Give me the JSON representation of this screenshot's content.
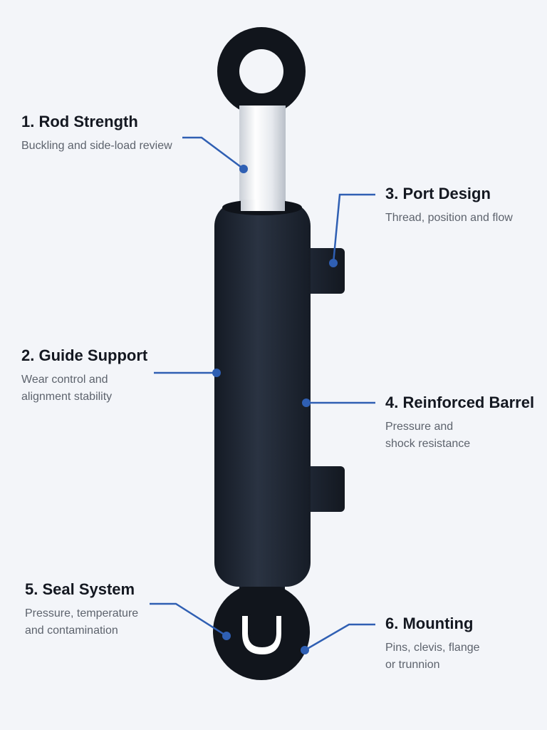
{
  "colors": {
    "background": "#f3f5f9",
    "cylinder_body": "#1c2330",
    "rod": "#dfe3e8",
    "eye": "#11151c",
    "leader_line": "#2f5fb3",
    "title_text": "#141821",
    "desc_text": "#5d636d"
  },
  "labels": [
    {
      "title": "1. Rod Strength",
      "desc": "Buckling and side-load review"
    },
    {
      "title": "2. Guide Support",
      "desc": "Wear control and\nalignment stability"
    },
    {
      "title": "3. Port Design",
      "desc": "Thread, position and flow"
    },
    {
      "title": "4. Reinforced Barrel",
      "desc": "Pressure and\nshock resistance"
    },
    {
      "title": "5. Seal System",
      "desc": "Pressure, temperature\nand contamination"
    },
    {
      "title": "6. Mounting",
      "desc": "Pins, clevis, flange\nor trunnion"
    }
  ]
}
